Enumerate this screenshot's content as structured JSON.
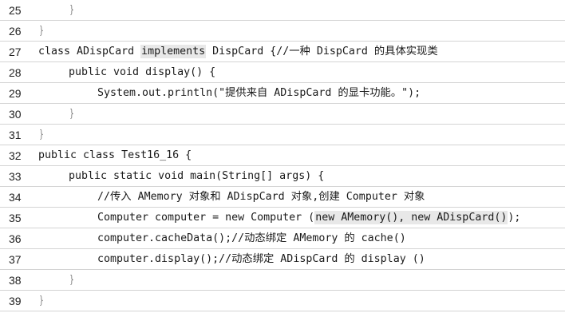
{
  "lines": [
    {
      "number": "25",
      "segments": [
        "}"
      ]
    },
    {
      "number": "26",
      "segments": [
        "}"
      ]
    },
    {
      "number": "27",
      "segments": [
        "class ADispCard ",
        "implements",
        " DispCard {//一种 DispCard 的具体实现类"
      ]
    },
    {
      "number": "28",
      "segments": [
        "public void display() {"
      ]
    },
    {
      "number": "29",
      "segments": [
        "System.out.println(\"提供来自 ADispCard 的显卡功能。\");"
      ]
    },
    {
      "number": "30",
      "segments": [
        "}"
      ]
    },
    {
      "number": "31",
      "segments": [
        "}"
      ]
    },
    {
      "number": "32",
      "segments": [
        "public class Test16_16 {"
      ]
    },
    {
      "number": "33",
      "segments": [
        "public static void main(String[] args) {"
      ]
    },
    {
      "number": "34",
      "segments": [
        "//传入 AMemory 对象和 ADispCard 对象,创建 Computer 对象"
      ]
    },
    {
      "number": "35",
      "segments": [
        "Computer computer = new Computer (",
        "new AMemory(), new ADispCard()",
        ");"
      ]
    },
    {
      "number": "36",
      "segments": [
        "computer.cacheData();//动态绑定 AMemory 的 cache()"
      ]
    },
    {
      "number": "37",
      "segments": [
        "computer.display();//动态绑定 ADispCard 的 display ()"
      ]
    },
    {
      "number": "38",
      "segments": [
        "}"
      ]
    },
    {
      "number": "39",
      "segments": [
        "}"
      ]
    }
  ]
}
